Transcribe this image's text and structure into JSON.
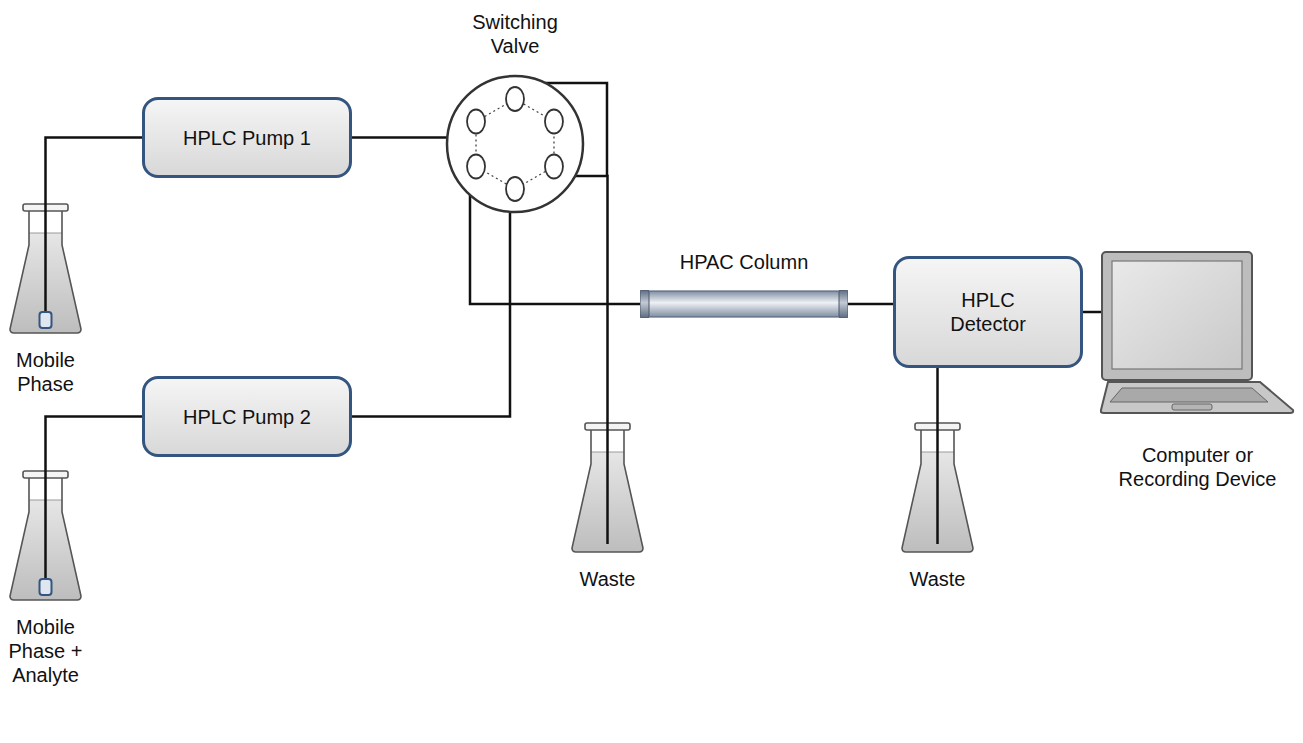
{
  "diagram": {
    "nodes": [
      {
        "text": [
          "Mobile Phase"
        ]
      },
      {
        "text": [
          "HPLC Pump 1"
        ]
      },
      {
        "text": [
          "Mobile Phase + Analyte"
        ]
      },
      {
        "text": [
          "HPLC Pump 2"
        ]
      },
      {
        "text": [
          "Switching Valve"
        ]
      },
      {
        "text": [
          "Waste"
        ]
      },
      {
        "text": [
          "HPAC Column"
        ]
      },
      {
        "text": [
          "HPLC Detector"
        ]
      },
      {
        "text": [
          "Waste"
        ]
      },
      {
        "text": [
          "Computer or Recording Device"
        ]
      }
    ],
    "edges": [
      {
        "from": 0,
        "to": 1,
        "arrow": "none"
      },
      {
        "from": 1,
        "to": 4,
        "arrow": "none"
      },
      {
        "from": 2,
        "to": 3,
        "arrow": "none"
      },
      {
        "from": 3,
        "to": 4,
        "arrow": "none"
      },
      {
        "from": 4,
        "to": 5,
        "arrow": "none"
      },
      {
        "from": 4,
        "to": 6,
        "arrow": "none"
      },
      {
        "from": 6,
        "to": 7,
        "arrow": "none"
      },
      {
        "from": 7,
        "to": 8,
        "arrow": "none"
      },
      {
        "from": 7,
        "to": 9,
        "arrow": "none"
      }
    ]
  }
}
